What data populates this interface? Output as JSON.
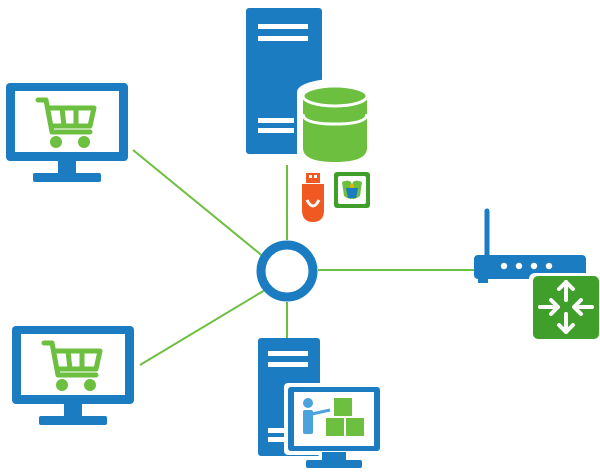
{
  "diagram": {
    "type": "network-topology",
    "hub": {
      "shape": "ring"
    },
    "nodes": [
      {
        "id": "shop-terminal-top",
        "kind": "monitor",
        "icon": "shopping-cart-icon"
      },
      {
        "id": "shop-terminal-bottom",
        "kind": "monitor",
        "icon": "shopping-cart-icon"
      },
      {
        "id": "database-server",
        "kind": "server",
        "icon": "database-icon",
        "accessories": [
          "usb-token-icon",
          "emblem-badge-icon"
        ]
      },
      {
        "id": "router",
        "kind": "router",
        "icon": "router-arrows-icon"
      },
      {
        "id": "presentation-server",
        "kind": "server",
        "icon": "presentation-display-icon"
      }
    ],
    "links": [
      [
        "hub",
        "shop-terminal-top"
      ],
      [
        "hub",
        "shop-terminal-bottom"
      ],
      [
        "hub",
        "database-server"
      ],
      [
        "hub",
        "router"
      ],
      [
        "hub",
        "presentation-server"
      ]
    ]
  },
  "colors": {
    "blue": "#1b7cc1",
    "blue_light": "#4aa3dd",
    "green": "#6cbf3f",
    "green_dark": "#3f9f2a",
    "link": "#6cbf3f",
    "orange": "#f05a22",
    "white": "#ffffff"
  }
}
